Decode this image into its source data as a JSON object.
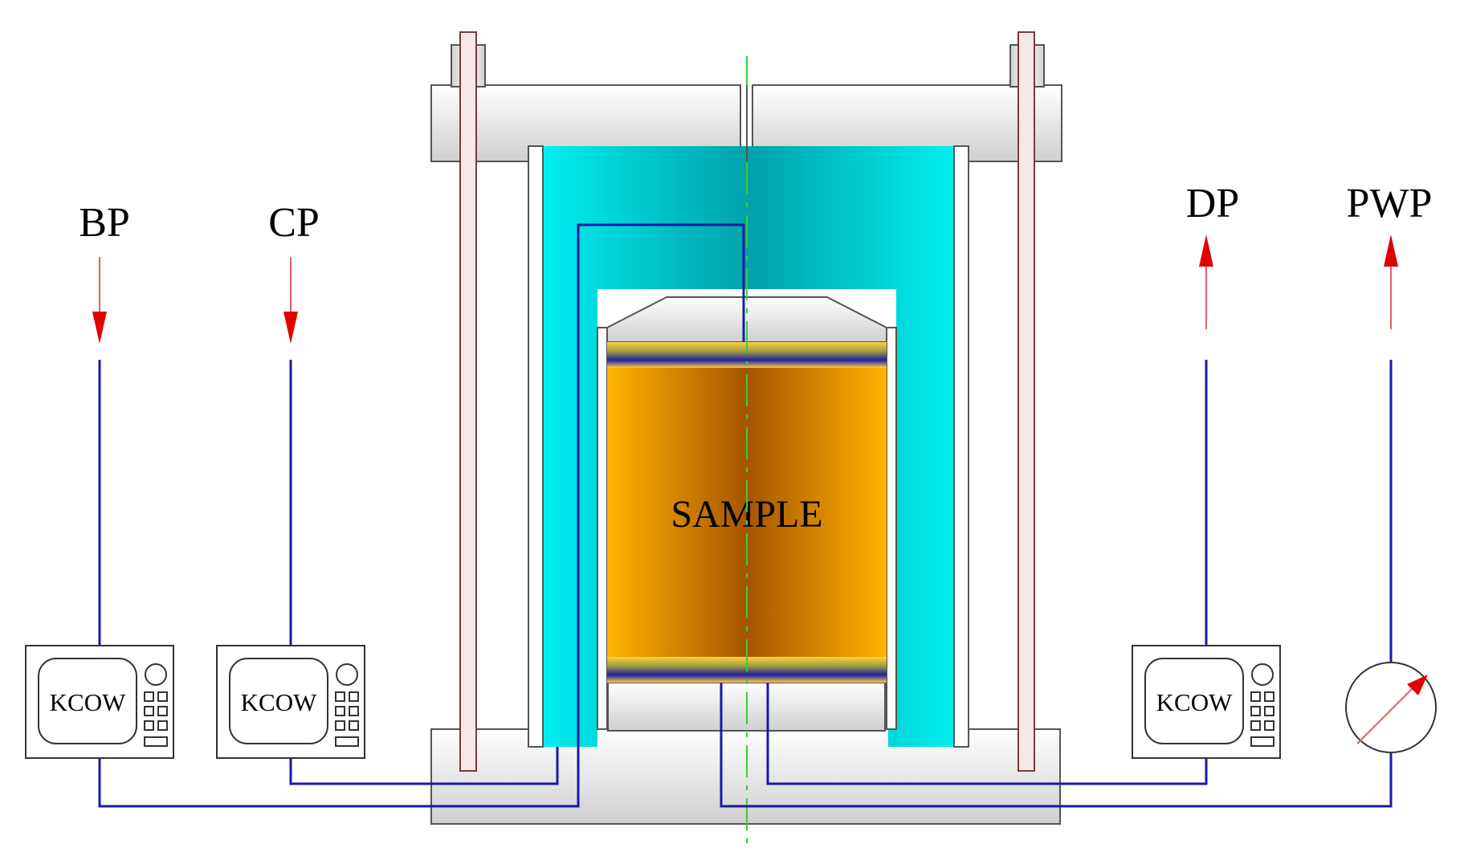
{
  "ports": {
    "bp": "BP",
    "cp": "CP",
    "dp": "DP",
    "pwp": "PWP"
  },
  "controllers": {
    "left_1": "KCOW",
    "left_2": "KCOW",
    "right_1": "KCOW"
  },
  "sample": "SAMPLE",
  "colors": {
    "wire": "#1a1aa8",
    "arrow": "#e00000",
    "water": "#00e8ec",
    "sample": "#ffb000",
    "frame": "#e0e0e0"
  },
  "icons": [
    "arrow-down-icon",
    "arrow-up-icon",
    "pressure-gauge-icon"
  ]
}
